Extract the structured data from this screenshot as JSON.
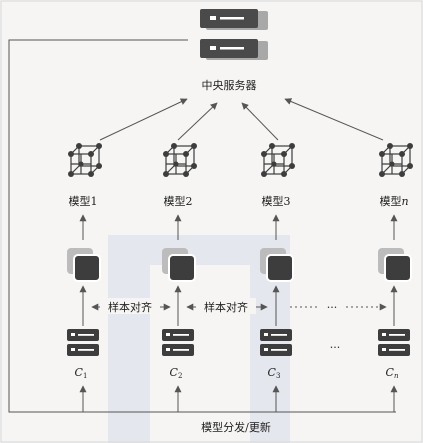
{
  "server_label": "中央服务器",
  "models": [
    {
      "prefix": "模型",
      "index": "1"
    },
    {
      "prefix": "模型",
      "index": "2"
    },
    {
      "prefix": "模型",
      "index": "3"
    },
    {
      "prefix": "模型",
      "index": "n"
    }
  ],
  "align_label_1": "样本对齐",
  "align_label_2": "样本对齐",
  "ellipsis_row": "···",
  "ellipsis_clients": "···",
  "clients": [
    {
      "base": "C",
      "sub": "1"
    },
    {
      "base": "C",
      "sub": "2"
    },
    {
      "base": "C",
      "sub": "3"
    },
    {
      "base": "C",
      "sub": "n"
    }
  ],
  "bottom_label": "模型分发/更新",
  "colors": {
    "line": "#555555",
    "server_dark": "#4a4a4a",
    "server_light": "#a8a8a8",
    "box_dark": "#3d3d3d",
    "box_light": "#bcbcbc",
    "watermark": "#e3e6ec"
  },
  "icons": [
    "server-icon",
    "cube-network-icon",
    "model-stack-icon",
    "client-server-icon",
    "arrow-icon"
  ]
}
